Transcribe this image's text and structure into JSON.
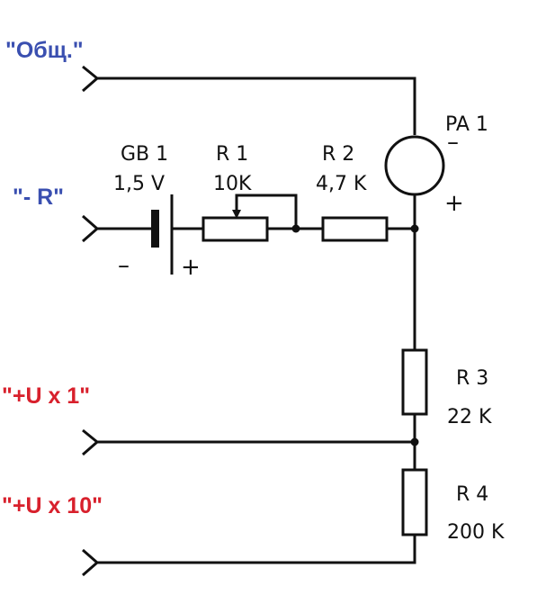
{
  "colors": {
    "line": "#111111",
    "term_blue": "#3a4fb0",
    "term_red": "#d8202c"
  },
  "terminals": {
    "common": "\"Общ.\"",
    "minus_r": "\"- R\"",
    "plus_u1": "\"+U x 1\"",
    "plus_u10": "\"+U x 10\""
  },
  "components": {
    "gb1": {
      "name": "GB 1",
      "value": "1,5 V",
      "minus": "–",
      "plus": "+"
    },
    "r1": {
      "name": "R 1",
      "value": "10K"
    },
    "r2": {
      "name": "R 2",
      "value": "4,7 K"
    },
    "pa1": {
      "name": "PA 1",
      "minus": "–",
      "plus": "+"
    },
    "r3": {
      "name": "R 3",
      "value": "22 K"
    },
    "r4": {
      "name": "R 4",
      "value": "200 K"
    }
  }
}
